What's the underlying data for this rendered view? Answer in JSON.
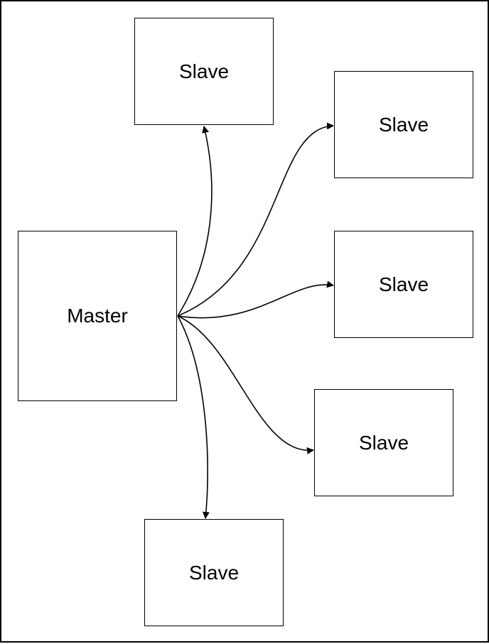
{
  "diagram": {
    "master": {
      "label": "Master"
    },
    "slaves": [
      {
        "label": "Slave"
      },
      {
        "label": "Slave"
      },
      {
        "label": "Slave"
      },
      {
        "label": "Slave"
      },
      {
        "label": "Slave"
      }
    ],
    "edges": [
      {
        "from": "master",
        "to": "slave-1"
      },
      {
        "from": "master",
        "to": "slave-2"
      },
      {
        "from": "master",
        "to": "slave-3"
      },
      {
        "from": "master",
        "to": "slave-4"
      },
      {
        "from": "master",
        "to": "slave-5"
      }
    ],
    "colors": {
      "stroke": "#000000",
      "background": "#ffffff"
    }
  }
}
